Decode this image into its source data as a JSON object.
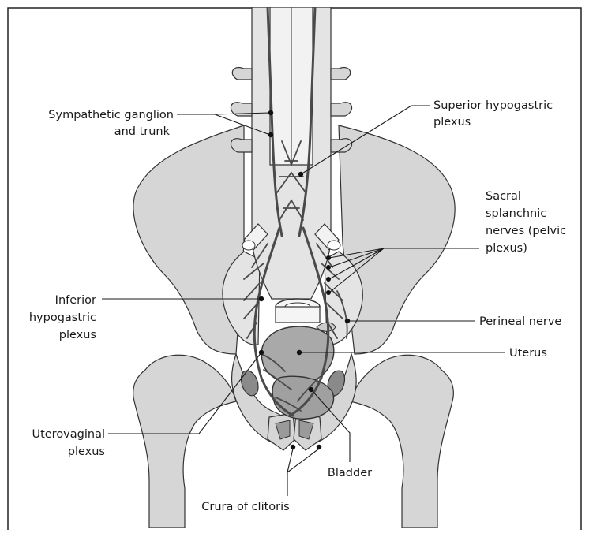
{
  "labels": {
    "sympathetic_1": "Sympathetic ganglion",
    "sympathetic_2": "and trunk",
    "superior_1": "Superior hypogastric",
    "superior_2": "plexus",
    "sacral_1": "Sacral",
    "sacral_2": "splanchnic",
    "sacral_3": "nerves (pelvic",
    "sacral_4": "plexus)",
    "inferior_1": "Inferior",
    "inferior_2": "hypogastric",
    "inferior_3": "plexus",
    "perineal": "Perineal nerve",
    "uterus": "Uterus",
    "uterovaginal_1": "Uterovaginal",
    "uterovaginal_2": "plexus",
    "bladder": "Bladder",
    "crura": "Crura of clitoris"
  }
}
